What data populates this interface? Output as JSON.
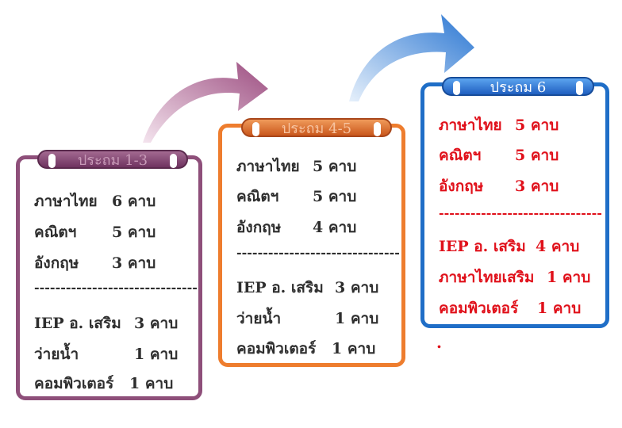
{
  "cards": [
    {
      "tab": "ประถม 1-3",
      "rows": [
        {
          "subject": "ภาษาไทย",
          "hours": "6  คาบ"
        },
        {
          "subject": "คณิตฯ",
          "hours": "5  คาบ"
        },
        {
          "subject": "อังกฤษ",
          "hours": "3  คาบ"
        }
      ],
      "divider": "-------------------------------",
      "extras": [
        {
          "subject": "IEP อ. เสริม",
          "hours": "3 คาบ"
        },
        {
          "subject": "ว่ายน้ำ",
          "hours": "1 คาบ"
        },
        {
          "subject": "คอมพิวเตอร์",
          "hours": "1 คาบ"
        }
      ]
    },
    {
      "tab": "ประถม 4-5",
      "rows": [
        {
          "subject": "ภาษาไทย",
          "hours": "5  คาบ"
        },
        {
          "subject": "คณิตฯ",
          "hours": "5  คาบ"
        },
        {
          "subject": "อังกฤษ",
          "hours": "4  คาบ"
        }
      ],
      "divider": "-------------------------------",
      "extras": [
        {
          "subject": "IEP อ. เสริม",
          "hours": "3 คาบ"
        },
        {
          "subject": "ว่ายน้ำ",
          "hours": "1 คาบ"
        },
        {
          "subject": "คอมพิวเตอร์",
          "hours": "1 คาบ"
        }
      ]
    },
    {
      "tab": "ประถม 6",
      "rows": [
        {
          "subject": "ภาษาไทย",
          "hours": "5  คาบ"
        },
        {
          "subject": "คณิตฯ",
          "hours": "5  คาบ"
        },
        {
          "subject": "อังกฤษ",
          "hours": "3  คาบ"
        }
      ],
      "divider": "-------------------------------",
      "extras": [
        {
          "subject": "IEP อ. เสริม",
          "hours": "4 คาบ"
        },
        {
          "subject": "ภาษาไทยเสริม",
          "hours": "1 คาบ"
        },
        {
          "subject": "คอมพิวเตอร์",
          "hours": "1 คาบ"
        }
      ],
      "trailing": "."
    }
  ],
  "colors": {
    "card1": "#8e4f7a",
    "card2": "#ee7d2e",
    "card3": "#1f6ec7",
    "highlight_text": "#e0101a"
  }
}
